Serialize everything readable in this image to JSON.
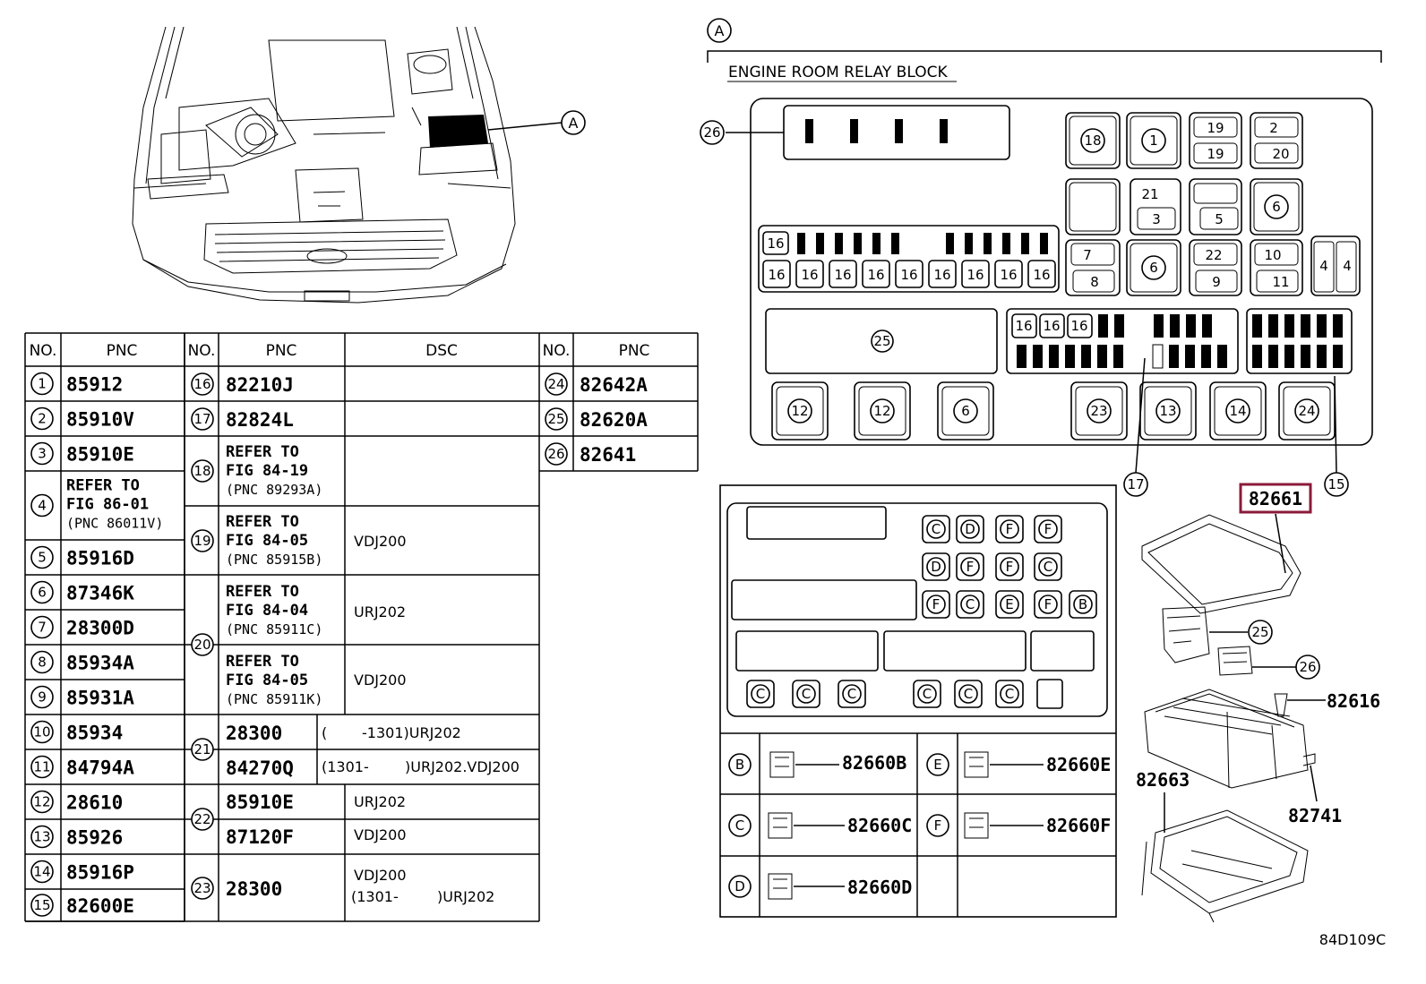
{
  "figure_code": "84D109C",
  "section_label": "A",
  "relay_block_title": "ENGINE ROOM RELAY BLOCK",
  "highlight_part": "82661",
  "table1": {
    "headers": {
      "no": "NO.",
      "pnc": "PNC"
    },
    "rows": [
      {
        "no": "1",
        "pnc": "85912"
      },
      {
        "no": "2",
        "pnc": "85910V"
      },
      {
        "no": "3",
        "pnc": "85910E"
      },
      {
        "no": "4",
        "ref1": "REFER TO",
        "ref2": "FIG 86-01",
        "ref3": "(PNC 86011V)"
      },
      {
        "no": "5",
        "pnc": "85916D"
      },
      {
        "no": "6",
        "pnc": "87346K"
      },
      {
        "no": "7",
        "pnc": "28300D"
      },
      {
        "no": "8",
        "pnc": "85934A"
      },
      {
        "no": "9",
        "pnc": "85931A"
      },
      {
        "no": "10",
        "pnc": "85934"
      },
      {
        "no": "11",
        "pnc": "84794A"
      },
      {
        "no": "12",
        "pnc": "28610"
      },
      {
        "no": "13",
        "pnc": "85926"
      },
      {
        "no": "14",
        "pnc": "85916P"
      },
      {
        "no": "15",
        "pnc": "82600E"
      }
    ]
  },
  "table2": {
    "headers": {
      "no": "NO.",
      "pnc": "PNC",
      "dsc": "DSC"
    },
    "rows": [
      {
        "no": "16",
        "pnc": "82210J",
        "dsc": ""
      },
      {
        "no": "17",
        "pnc": "82824L",
        "dsc": ""
      },
      {
        "no": "18",
        "ref1": "REFER TO",
        "ref2": "FIG 84-19",
        "ref3": "(PNC 89293A)",
        "dsc": ""
      },
      {
        "no": "19",
        "ref1": "REFER TO",
        "ref2": "FIG 84-05",
        "ref3": "(PNC 85915B)",
        "dsc": "VDJ200"
      },
      {
        "no": "20",
        "ref1": "REFER TO",
        "ref2": "FIG 84-04",
        "ref3": "(PNC 85911C)",
        "dsc": "URJ202",
        "ref1b": "REFER TO",
        "ref2b": "FIG 84-05",
        "ref3b": "(PNC 85911K)",
        "dscb": "VDJ200"
      },
      {
        "no": "21",
        "pnc": "28300",
        "dsc_open": "(",
        "dsc": "-1301)URJ202",
        "pncb": "84270Q",
        "dscb": "(1301-",
        "dscb2": ")URJ202.VDJ200"
      },
      {
        "no": "22",
        "pnc": "85910E",
        "dsc": "URJ202",
        "pncb": "87120F",
        "dscb": "VDJ200"
      },
      {
        "no": "23",
        "pnc": "28300",
        "dsc": "VDJ200",
        "dscb": "(1301-",
        "dscb2": ")URJ202"
      }
    ]
  },
  "table3": {
    "headers": {
      "no": "NO.",
      "pnc": "PNC"
    },
    "rows": [
      {
        "no": "24",
        "pnc": "82642A"
      },
      {
        "no": "25",
        "pnc": "82620A"
      },
      {
        "no": "26",
        "pnc": "82641"
      }
    ]
  },
  "connector_grid": [
    [
      "C",
      "D",
      "F",
      "F"
    ],
    [
      "D",
      "F",
      "F",
      "C"
    ],
    [
      "F",
      "C",
      "E",
      "F",
      "B"
    ]
  ],
  "connector_bottom": [
    "C",
    "C",
    "C",
    "C",
    "C",
    "C"
  ],
  "connector_legend": [
    {
      "letter": "B",
      "pnc": "82660B"
    },
    {
      "letter": "E",
      "pnc": "82660E"
    },
    {
      "letter": "C",
      "pnc": "82660C"
    },
    {
      "letter": "F",
      "pnc": "82660F"
    },
    {
      "letter": "D",
      "pnc": "82660D"
    }
  ],
  "exploded_callouts": {
    "c25": "25",
    "c26": "26",
    "p82616": "82616",
    "p82663": "82663",
    "p82741": "82741"
  },
  "relay_callouts": {
    "n26": "26",
    "n25": "25",
    "n17": "17",
    "n15": "15",
    "n18": "18",
    "n1": "1",
    "n19": "19",
    "n2": "2",
    "n20": "20",
    "n21": "21",
    "n3": "3",
    "n5": "5",
    "n6": "6",
    "n7": "7",
    "n8": "8",
    "n22": "22",
    "n9": "9",
    "n10": "10",
    "n11": "11",
    "n4": "4",
    "n16": "16",
    "n12": "12",
    "n23": "23",
    "n13": "13",
    "n14": "14",
    "n24": "24"
  }
}
